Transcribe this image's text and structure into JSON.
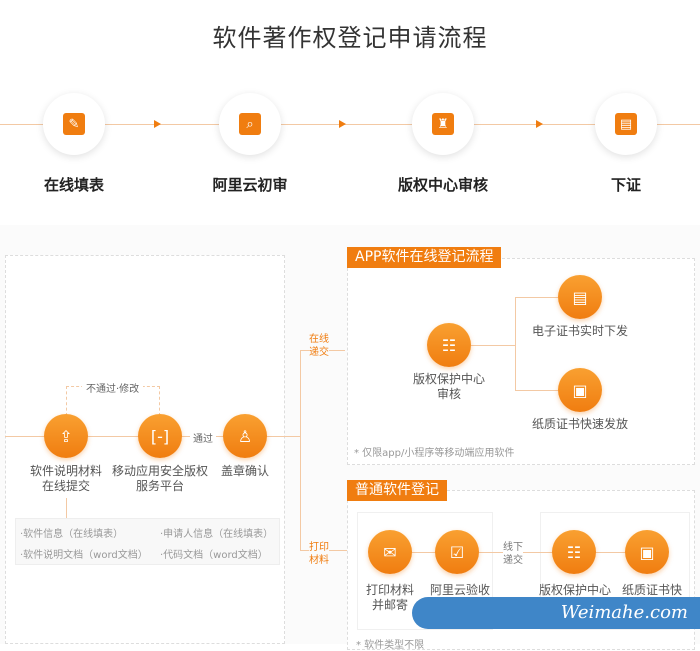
{
  "title": "软件著作权登记申请流程",
  "top_steps": [
    {
      "label": "在线填表",
      "icon": "form-edit-icon"
    },
    {
      "label": "阿里云初审",
      "icon": "search-document-icon"
    },
    {
      "label": "版权中心审核",
      "icon": "stamp-icon"
    },
    {
      "label": "下证",
      "icon": "certificate-card-icon"
    }
  ],
  "left_flow": {
    "reject_label": "不通过·修改",
    "pass_label": "通过",
    "steps": [
      {
        "label1": "软件说明材料",
        "label2": "在线提交",
        "icon": "upload-icon"
      },
      {
        "label1": "移动应用安全版权",
        "label2": "服务平台",
        "icon": "bracket-icon"
      },
      {
        "label1": "盖章确认",
        "label2": "",
        "icon": "stamp-icon"
      }
    ],
    "materials": [
      "·软件信息（在线填表）",
      "·申请人信息（在线填表）",
      "·软件说明文档（word文档）",
      "·代码文档（word文档）"
    ],
    "branch_online": [
      "在线",
      "递交"
    ],
    "branch_print": [
      "打印",
      "材料"
    ]
  },
  "app_flow": {
    "header": "APP软件在线登记流程",
    "review": [
      "版权保护中心",
      "审核"
    ],
    "electronic": "电子证书实时下发",
    "paper": "纸质证书快速发放",
    "note": "* 仅限app/小程序等移动端应用软件"
  },
  "normal_flow": {
    "header": "普通软件登记",
    "steps": [
      {
        "label1": "打印材料",
        "label2": "并邮寄",
        "icon": "mail-icon"
      },
      {
        "label1": "阿里云验收",
        "icon": "clipboard-check-icon"
      },
      {
        "label1": "版权保护中心",
        "icon": "certificate-review-icon"
      },
      {
        "label1": "纸质证书快",
        "icon": "certificate-icon"
      }
    ],
    "offline": [
      "线下",
      "递交"
    ],
    "note": "* 软件类型不限"
  },
  "watermark": "Weimahe.com",
  "colors": {
    "accent": "#f07d10",
    "watermark": "#3f86c8"
  }
}
